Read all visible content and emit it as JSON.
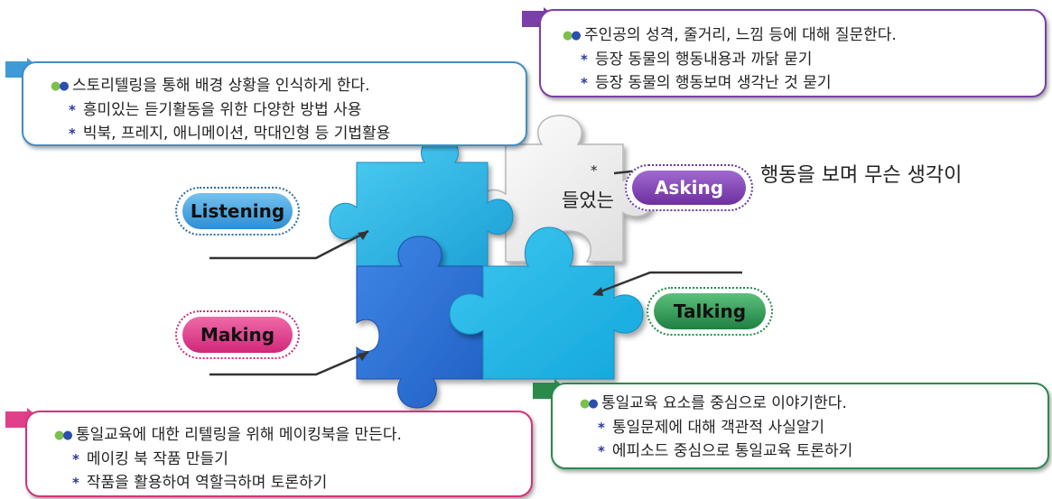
{
  "colors": {
    "listening": "#3f9ad8",
    "asking": "#7b3fa8",
    "making": "#d9307c",
    "talking": "#2a8a4a",
    "puzzle_light": "#2cb4e4",
    "puzzle_mid": "#2f77d6",
    "puzzle_grey": "#f2f2f2"
  },
  "pills": {
    "listening": "Listening",
    "asking": "Asking",
    "making": "Making",
    "talking": "Talking"
  },
  "boxes": {
    "listening": {
      "head": "스토리텔링을 통해 배경 상황을 인식하게 한다.",
      "items": [
        "흥미있는 듣기활동을 위한 다양한 방법 사용",
        "빅북, 프레지, 애니메이션, 막대인형 등 기법활용"
      ]
    },
    "asking": {
      "head": "주인공의 성격, 줄거리, 느낌 등에 대해 질문한다.",
      "items": [
        "등장 동물의 행동내용과 까닭 묻기",
        "등장 동물의 행동보며 생각난 것 묻기"
      ]
    },
    "making": {
      "head": "통일교육에 대한 리텔링을 위해 메이킹북을 만든다.",
      "items": [
        "메이킹 북 작품 만들기",
        "작품을 활용하여 역할극하며 토론하기"
      ]
    },
    "talking": {
      "head": "통일교육 요소를 중심으로 이야기한다.",
      "items": [
        "통일문제에 대해 객관적 사실알기",
        "에피소드 중심으로 통일교육 토론하기"
      ]
    }
  },
  "stray_text": {
    "line1_tail": "행동을 보며 무슨 생각이",
    "line2_head": "들었는",
    "star": "*"
  }
}
